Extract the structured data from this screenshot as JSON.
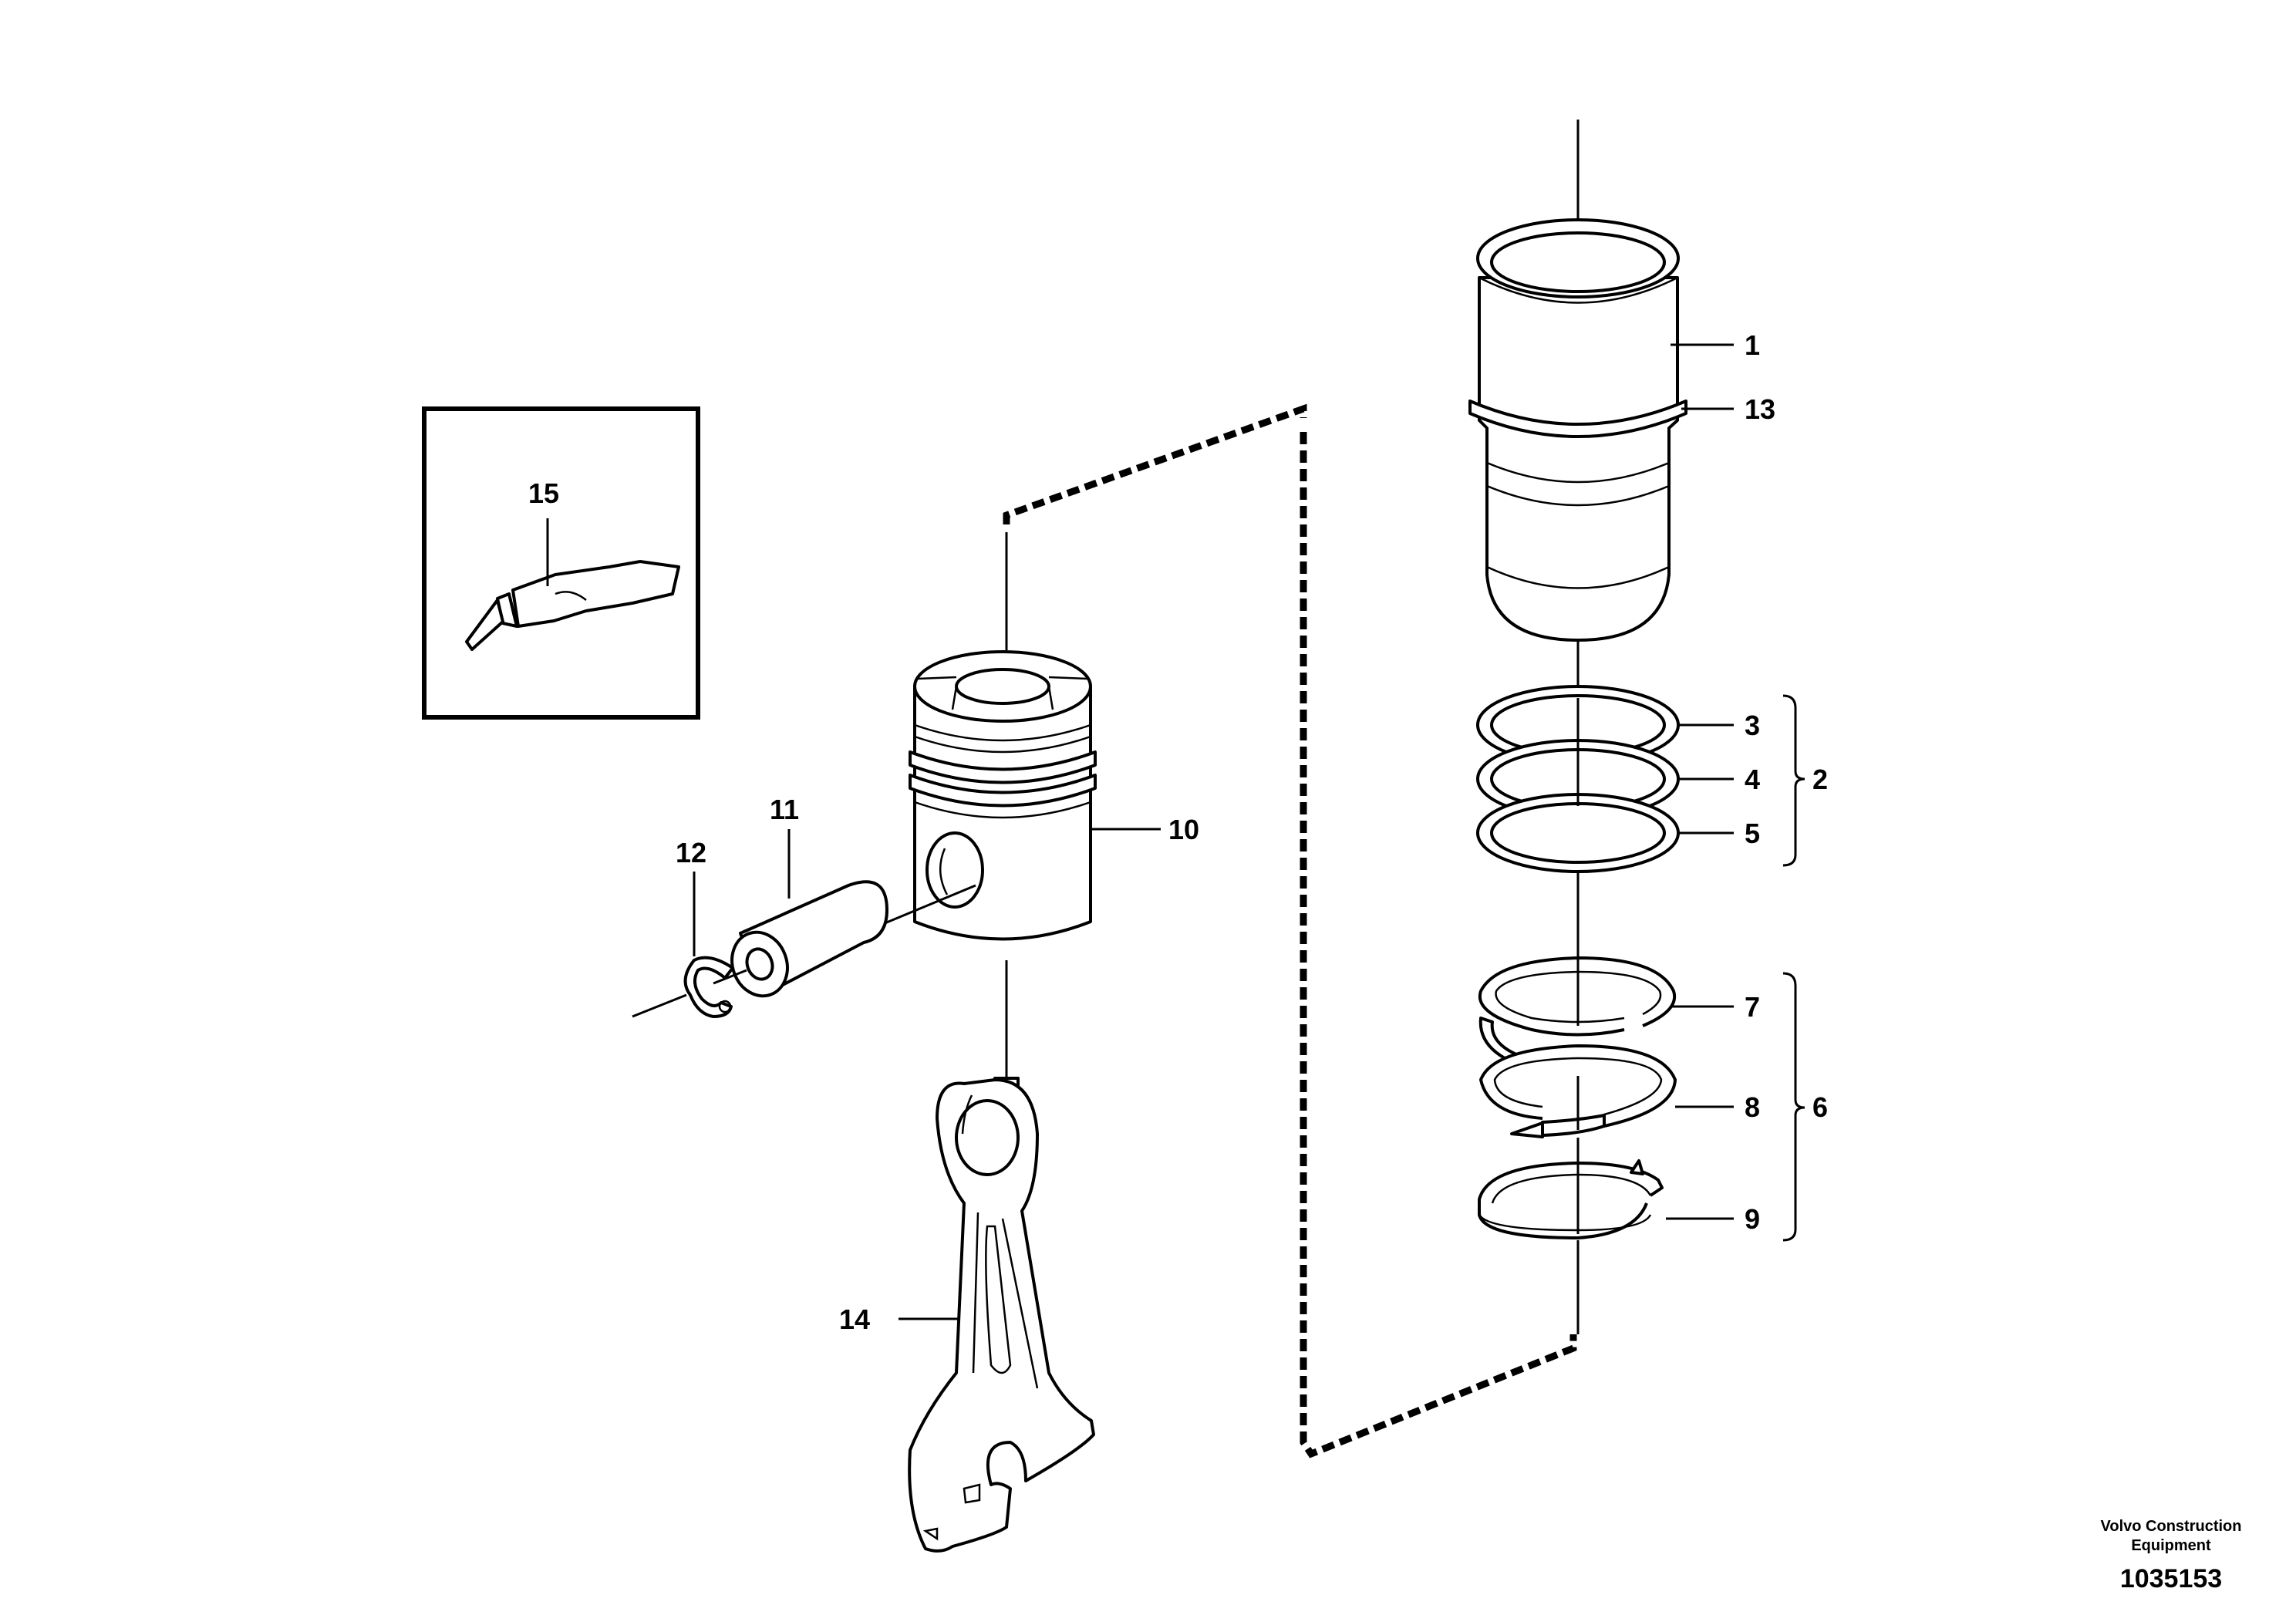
{
  "callouts": {
    "c1": "1",
    "c2": "2",
    "c3": "3",
    "c4": "4",
    "c5": "5",
    "c6": "6",
    "c7": "7",
    "c8": "8",
    "c9": "9",
    "c10": "10",
    "c11": "11",
    "c12": "12",
    "c13": "13",
    "c14": "14",
    "c15": "15"
  },
  "footer": {
    "company_line1": "Volvo Construction",
    "company_line2": "Equipment",
    "drawing_number": "1035153"
  }
}
